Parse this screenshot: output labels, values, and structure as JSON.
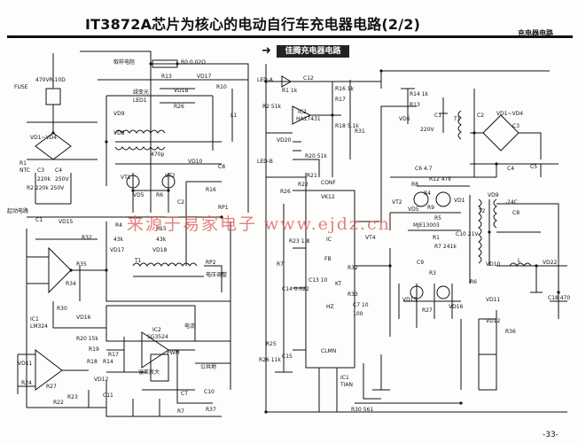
{
  "title": "IT3872A芯片为核心的电动自行车充电器电路(2/2)",
  "corner_label": "充电器电路",
  "page_number": "-33-",
  "watermark": "来源于易家电子 www.ejdz.cn",
  "left_circuit": {
    "labels": {
      "fuse": "FUSE",
      "c_470": "470VR-10D",
      "vd1_vd4": "VD1~VD4",
      "r1": "R1",
      "ntc": "NTC",
      "c3": "C3",
      "c4": "C4",
      "c3_val": "220k",
      "c4_val": "250V",
      "r2": "R2 220k 250V",
      "ac_in": "起动电路",
      "c1": "C1",
      "sample_res": "取样电阻",
      "r0": "R0 0.02Ω",
      "r13": "R13",
      "vd17": "VD17",
      "green_led": "绿变光",
      "led1": "LED1",
      "vd18": "VD18",
      "r26": "R26",
      "r10": "R10",
      "l1": "L1",
      "vd9": "VD9",
      "vd8": "VD8",
      "c470p": "470p",
      "vd10": "VD10",
      "c8": "C8",
      "vt1": "VT1",
      "vt2": "VT2",
      "vd5": "VD5",
      "r6": "R6",
      "c2": "C2",
      "r16": "R16",
      "rp1": "RP1",
      "vd15": "VD15",
      "r32": "R32",
      "r4": "R4",
      "vd17b": "VD17",
      "k43a": "43k",
      "k43b": "43k",
      "r15": "R15",
      "vd18b": "VD18",
      "r35": "R35",
      "r34": "R34",
      "t1": "T1",
      "rp2": "RP2",
      "volt_adj": "电压调整",
      "r30": "R30",
      "vd16": "VD16",
      "ic1": "IC1",
      "lm324": "LM324",
      "r20": "R20 15k",
      "r19": "R19",
      "ic2": "IC2",
      "sg3524": "SG3524",
      "current_det": "电流",
      "vd11": "VD11",
      "r24": "R24",
      "r27": "R27",
      "vd12": "VD12",
      "r18": "R18",
      "r14": "R14",
      "r17": "R17",
      "error_amp": "误差放大",
      "pwm": "PWM",
      "common_gnd": "公共地",
      "c11": "C11",
      "c10": "C10",
      "r23": "R23",
      "r22": "R22",
      "r7": "R7",
      "r37": "R37",
      "ct": "CT"
    }
  },
  "right_circuit": {
    "sub_title": "佳腾充电器电路",
    "labels": {
      "led_a": "LED-A",
      "r1k": "R1 1k",
      "c12": "C12",
      "r16": "R16 1k",
      "r17": "R17",
      "r2": "R2 51k",
      "ic2": "IC2",
      "ha17431": "HA17431",
      "r18": "R18 5.1k",
      "r31": "R31",
      "vd20": "VD20",
      "led_b": "LED-B",
      "r20": "R20 51k",
      "r21": "R21",
      "r14": "R14 1k",
      "r13": "R13",
      "vd6": "VD6",
      "c1": "C1",
      "v220": "220V",
      "t1": "T1",
      "c2": "C2",
      "vd1_vd4": "VD1~VD4",
      "c6": "C6 4.7",
      "r12": "R12 47k",
      "r8": "R8",
      "vt2": "VT2",
      "vd5": "VD5",
      "r9": "R9",
      "vd1": "VD1",
      "r5": "R5",
      "m": "MJE13003",
      "c4": "C4",
      "c5": "C5",
      "c3": "C3",
      "r26": "R26",
      "r22": "R22",
      "conf": "CONF",
      "vk12": "VK12",
      "r23": "R23 1.8",
      "fb": "FB",
      "r7": "R7",
      "ic": "IC",
      "c14": "C14 0.022",
      "c13": "C13 10",
      "kt": "KT",
      "r32": "R32",
      "r33": "R33",
      "c7": "C7 10",
      "c7b": "100",
      "hz": "HZ",
      "vt4": "VT4",
      "c15": "C15",
      "r25": "R25",
      "r26b": "R26 11k",
      "clmn": "CLMN",
      "ic1": "IC1",
      "tian": "TIAN",
      "r30": "R30 561",
      "c9": "C9",
      "r1b": "R1",
      "r7b": "R7 241k",
      "c10": "C10 21V",
      "r3": "R3",
      "vd15": "VD15",
      "vd16": "VD16",
      "r27": "R27",
      "vd9": "VD9",
      "v24c": "-24C",
      "c8": "C8",
      "t2": "T2",
      "l": "L",
      "vd22": "VD22",
      "c18": "C18 470",
      "vd10": "VD10",
      "vd11": "VD11",
      "vd12": "VD12",
      "r36": "R36",
      "r6": "R6",
      "r4": "R4"
    }
  }
}
